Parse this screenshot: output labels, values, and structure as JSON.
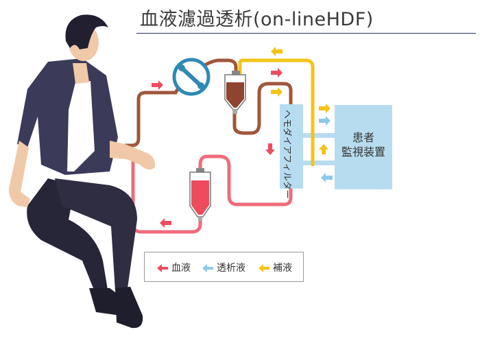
{
  "title": "血液濾過透析(on-lineHDF)",
  "filter_label": "ヘモダイアフィルター",
  "monitor": {
    "line1": "患者",
    "line2": "監視装置"
  },
  "legend": [
    {
      "label": "血液",
      "color": "#ee4b5e"
    },
    {
      "label": "透析液",
      "color": "#8cc8ea"
    },
    {
      "label": "補液",
      "color": "#f5c316"
    }
  ],
  "colors": {
    "blood_line": "#a0563b",
    "return_line": "#ef6b7b",
    "substitution_line": "#f5c316",
    "dialysate_arrow": "#8cc8ea",
    "device_box": "#b8dcef",
    "pump": "#2d8ab5"
  }
}
